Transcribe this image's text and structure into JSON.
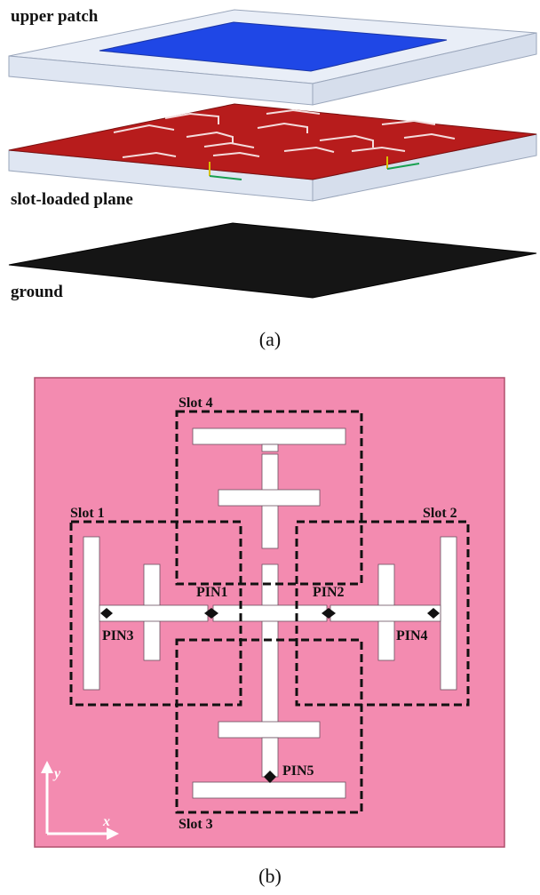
{
  "panel_a": {
    "layers": [
      {
        "label": "upper patch",
        "color": "#1f47e6"
      },
      {
        "label": "slot-loaded plane",
        "color": "#b71c1c"
      },
      {
        "label": "ground",
        "color": "#151515"
      }
    ],
    "caption": "(a)",
    "substrate_color": "#dfe6f2"
  },
  "panel_b": {
    "background_color": "#f38bb0",
    "slot_regions": [
      {
        "label": "Slot 4"
      },
      {
        "label": "Slot 1"
      },
      {
        "label": "Slot 2"
      },
      {
        "label": "Slot 3"
      }
    ],
    "pins": [
      {
        "label": "PIN1"
      },
      {
        "label": "PIN2"
      },
      {
        "label": "PIN3"
      },
      {
        "label": "PIN4"
      },
      {
        "label": "PIN5"
      }
    ],
    "axes": {
      "y": "y",
      "x": "x"
    },
    "caption": "(b)"
  }
}
